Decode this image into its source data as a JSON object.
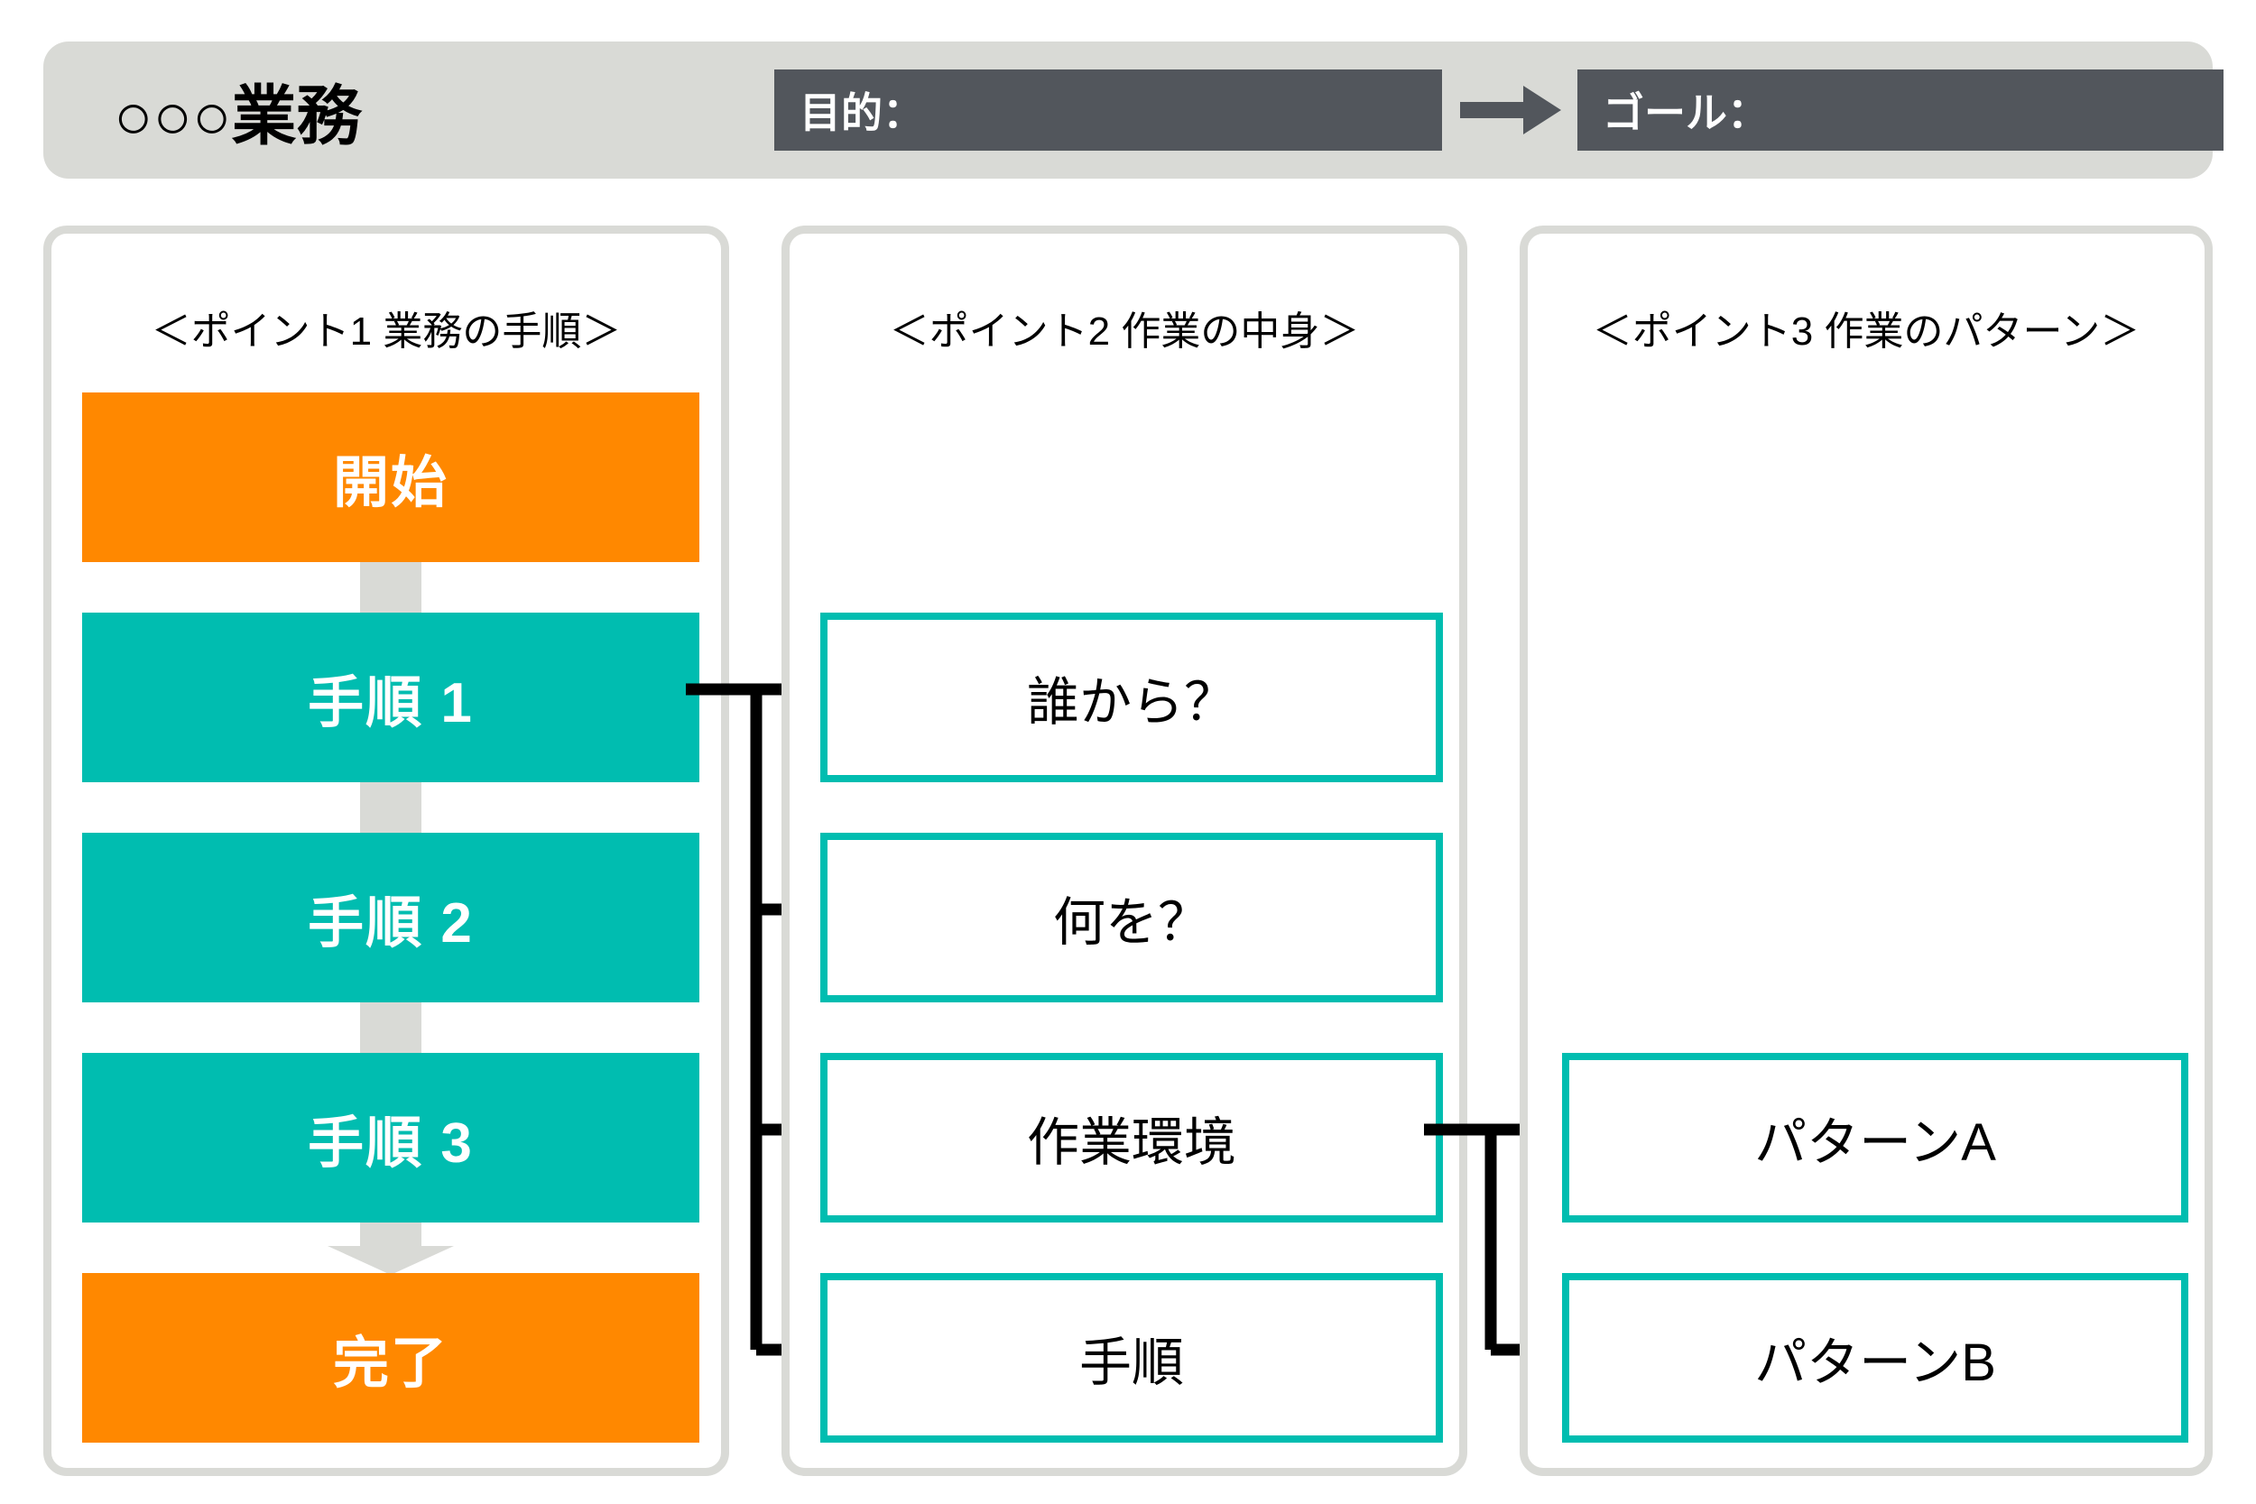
{
  "header": {
    "title": "○○○業務",
    "purpose_label": "目的：",
    "goal_label": "ゴール：",
    "arrow_icon": "right-arrow-icon",
    "band_color": "#d9dad6",
    "field_color": "#52565c"
  },
  "panels": [
    {
      "heading": "＜ポイント1 業務の手順＞",
      "steps": [
        {
          "label": "開始",
          "kind": "terminal"
        },
        {
          "label": "手順 1",
          "kind": "process"
        },
        {
          "label": "手順 2",
          "kind": "process"
        },
        {
          "label": "手順 3",
          "kind": "process"
        },
        {
          "label": "完了",
          "kind": "terminal"
        }
      ]
    },
    {
      "heading": "＜ポイント2 作業の中身＞",
      "items": [
        {
          "label": "誰から？"
        },
        {
          "label": "何を？"
        },
        {
          "label": "作業環境"
        },
        {
          "label": "手順"
        }
      ]
    },
    {
      "heading": "＜ポイント3 作業のパターン＞",
      "items": [
        {
          "label": "パターンA"
        },
        {
          "label": "パターンB"
        }
      ]
    }
  ],
  "colors": {
    "terminal": "#ff8800",
    "process": "#00bdb0",
    "panel_border": "#d9dad6",
    "box_border": "#00bdb0",
    "connector_gray": "#d9dad6",
    "bracket_black": "#000000",
    "text_on_fill": "#ffffff",
    "text_default": "#000000"
  }
}
